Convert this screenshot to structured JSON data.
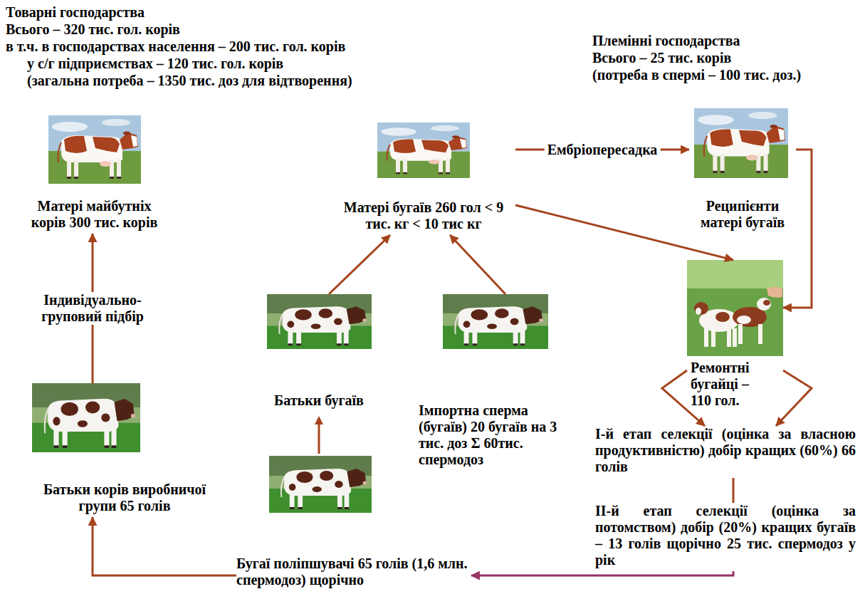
{
  "diagram": {
    "nodes": [
      {
        "text": [
          "Матері майбутніх корів 300 тис. корів"
        ]
      },
      {
        "text": [
          "Матері бугаїв 260 гол < 9 тис. кг < 10 тис кг"
        ]
      },
      {
        "text": [
          "Реципієнти матері бугаїв"
        ]
      },
      {
        "text": [
          "Ремонтні бугайці – 110 гол."
        ]
      },
      {
        "text": [
          "Батьки бугаїв"
        ]
      },
      {
        "text": [
          "Імпортна сперма (бугаїв) 20 бугаїв на 3 тис. доз Σ 60тис. спермодоз"
        ]
      },
      {
        "text": [
          "І-й етап селекції (оцінка за власною продуктивністю) добір кращих (60%) 66 голів"
        ]
      },
      {
        "text": [
          "Батьки корів виробничої групи 65 голів"
        ]
      },
      {
        "text": [
          "ІІ-й етап селекції (оцінка за потомством) добір (20%) кращих бугаїв – 13 голів щорічно 25 тис. спермодоз у рік"
        ]
      },
      {
        "text": [
          "Бугаї поліпшувачі 65 голів (1,6 млн. спермодоз) щорічно"
        ]
      }
    ],
    "edges": [
      {
        "from": 1,
        "to": 2,
        "arrow": "to",
        "label": "Ембріопересадка"
      },
      {
        "from": 1,
        "to": 3,
        "arrow": "to"
      },
      {
        "from": 2,
        "to": 3,
        "arrow": "to"
      },
      {
        "from": 3,
        "to": 6,
        "arrow": "to"
      },
      {
        "from": 3,
        "to": 6,
        "arrow": "to"
      },
      {
        "from": 4,
        "to": 1,
        "arrow": "to"
      },
      {
        "from": 5,
        "to": 1,
        "arrow": "to"
      },
      {
        "from": 6,
        "to": 8,
        "arrow": "none"
      },
      {
        "from": 8,
        "to": 9,
        "arrow": "to"
      },
      {
        "from": 9,
        "to": 7,
        "arrow": "to"
      },
      {
        "from": 7,
        "to": 0,
        "arrow": "to",
        "label": "Індивідуально-груповий підбір"
      }
    ],
    "labels": [
      "Товарні господарства",
      "Всього – 320 тис. гол. корів",
      "в т.ч. в господарствах населення – 200 тис. гол. корів",
      "у с/г підприємствах – 120 тис. гол. корів",
      "(загальна потреба – 1350 тис. доз для відтворення)",
      "Племінні господарства",
      "Всього – 25 тис. корів",
      "(потреба в спермі – 100 тис. доз.)"
    ]
  }
}
